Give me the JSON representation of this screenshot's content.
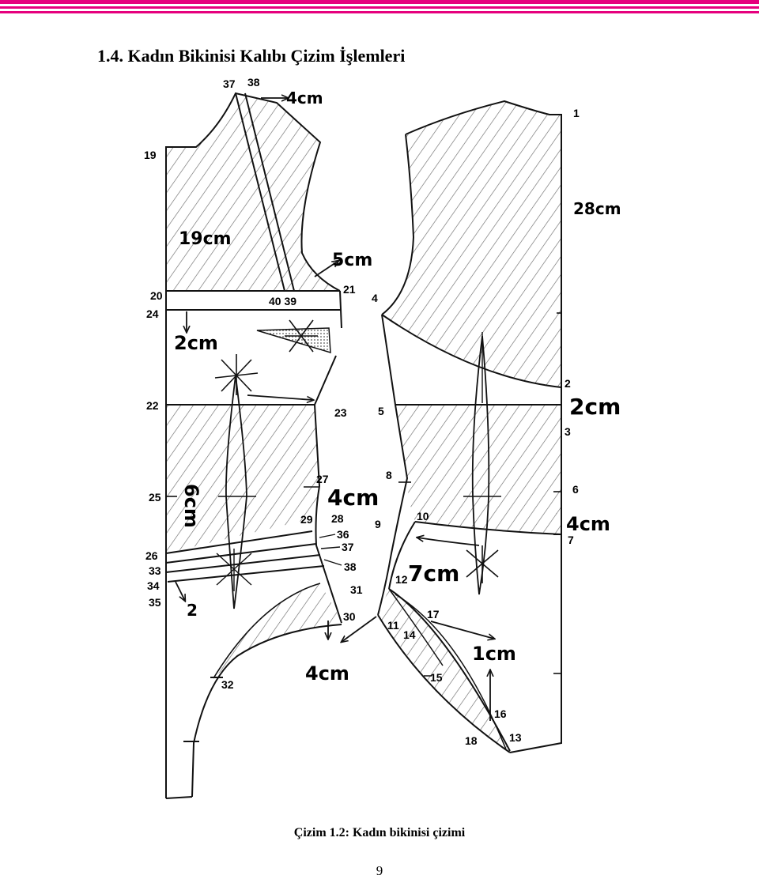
{
  "colors": {
    "accent": "#e6007e",
    "hatch": "#6c6c6c",
    "line": "#111111"
  },
  "heading": "1.4. Kadın Bikinisi Kalıbı Çizim İşlemleri",
  "figure": {
    "point_labels": {
      "p1": "1",
      "p2": "2",
      "p3": "3",
      "p4": "4",
      "p5": "5",
      "p6": "6",
      "p7": "7",
      "p8": "8",
      "p9": "9",
      "p10": "10",
      "p11": "11",
      "p12": "12",
      "p13": "13",
      "p14": "14",
      "p15": "15",
      "p16": "16",
      "p17": "17",
      "p18": "18",
      "p19": "19",
      "p20": "20",
      "p21": "21",
      "p22": "22",
      "p23": "23",
      "p24": "24",
      "p25": "25",
      "p26": "26",
      "p27": "27",
      "p28": "28",
      "p29": "29",
      "p30": "30",
      "p31": "31",
      "p32": "32",
      "p33": "33",
      "p34": "34",
      "p35": "35",
      "p36": "36",
      "p37": "37",
      "p38": "38",
      "p37b": "37",
      "p38b": "38",
      "p40_39": "40 39"
    },
    "measures": {
      "m_4cm_top": "4cm",
      "m_28cm": "28cm",
      "m_19cm": "19cm",
      "m_5cm": "5cm",
      "m_2cm_left": "2cm",
      "m_2cm_right": "2cm",
      "m_4cm_mid": "4cm",
      "m_6cm": "6cm",
      "m_4cm_right": "4cm",
      "m_7cm": "7cm",
      "m_1cm": "1cm",
      "m_4cm_bottom": "4cm",
      "m_2_small": "2"
    }
  },
  "caption": "Çizim 1.2: Kadın bikinisi çizimi",
  "page_number": "9"
}
